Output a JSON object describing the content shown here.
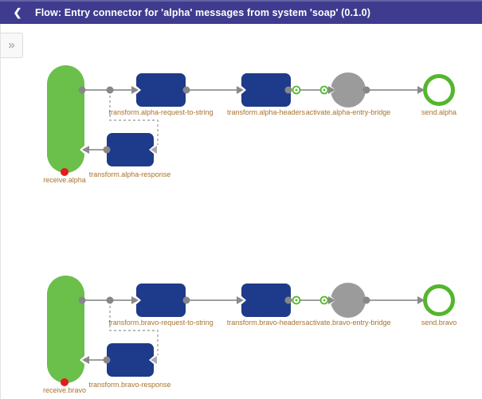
{
  "header": {
    "back_icon": "❮",
    "title": "Flow: Entry connector for 'alpha' messages from system 'soap' (0.1.0)"
  },
  "sidebar_toggle": {
    "expand_icon": "»"
  },
  "colors": {
    "header_bg": "#3f3c8f",
    "node_blue": "#1e3a8a",
    "node_green": "#6bbf4b",
    "accent_green": "#53b62e",
    "node_gray": "#9b9b9b",
    "connector_gray": "#9f9f9f",
    "label_text": "#a9722e",
    "error_dot": "#e21d1d"
  },
  "flows": [
    {
      "name": "alpha",
      "receiver": {
        "label": "receive.alpha",
        "shape": "pill",
        "status_dot_color": "#e21d1d"
      },
      "nodes": [
        {
          "id": "transform-request",
          "label": "transform.alpha-request-to-string",
          "kind": "transform",
          "shape": "rounded-rect"
        },
        {
          "id": "transform-headers",
          "label": "transform.alpha-headers",
          "kind": "transform",
          "shape": "rounded-rect"
        },
        {
          "id": "activate-bridge",
          "label": "activate.alpha-entry-bridge",
          "kind": "bridge",
          "shape": "circle"
        },
        {
          "id": "send",
          "label": "send.alpha",
          "kind": "sender",
          "shape": "ring"
        },
        {
          "id": "transform-response",
          "label": "transform.alpha-response",
          "kind": "transform",
          "shape": "rounded-rect"
        }
      ]
    },
    {
      "name": "bravo",
      "receiver": {
        "label": "receive.bravo",
        "shape": "pill",
        "status_dot_color": "#e21d1d"
      },
      "nodes": [
        {
          "id": "transform-request",
          "label": "transform.bravo-request-to-string",
          "kind": "transform",
          "shape": "rounded-rect"
        },
        {
          "id": "transform-headers",
          "label": "transform.bravo-headers",
          "kind": "transform",
          "shape": "rounded-rect"
        },
        {
          "id": "activate-bridge",
          "label": "activate.bravo-entry-bridge",
          "kind": "bridge",
          "shape": "circle"
        },
        {
          "id": "send",
          "label": "send.bravo",
          "kind": "sender",
          "shape": "ring"
        },
        {
          "id": "transform-response",
          "label": "transform.bravo-response",
          "kind": "transform",
          "shape": "rounded-rect"
        }
      ]
    }
  ]
}
